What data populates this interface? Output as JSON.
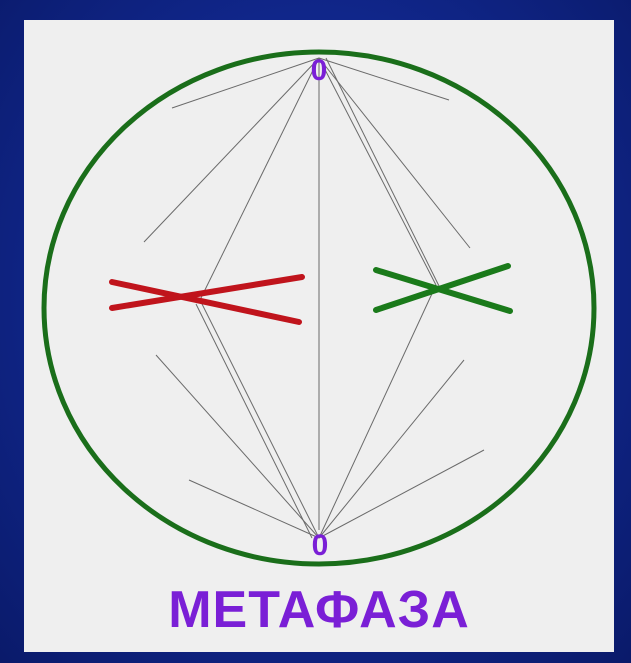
{
  "diagram": {
    "caption": "МЕТАФАЗА",
    "pole_top_label": "0",
    "pole_bottom_label": "0",
    "colors": {
      "background": "#10268a",
      "panel": "#efefef",
      "cell_membrane": "#1a6e1a",
      "spindle_fibers": "#666666",
      "chromosome_left": "#c0141c",
      "chromosome_right": "#1a7a1a",
      "centriole_and_caption": "#7a1fd6"
    },
    "icons": {
      "cell": "cell-membrane",
      "pole": "centriole",
      "chromosome": "x-shaped-chromosome"
    }
  }
}
